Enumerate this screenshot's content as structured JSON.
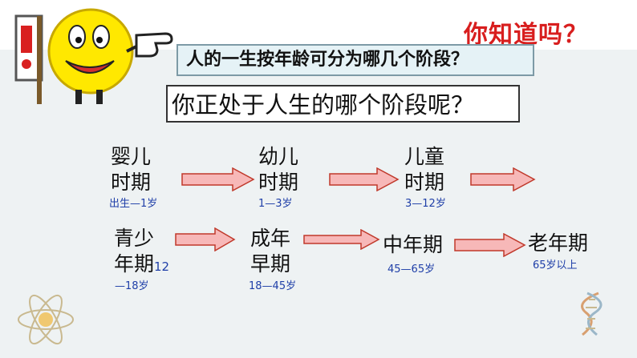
{
  "slide": {
    "top_title": "你知道吗？",
    "question": "人的一生按年龄可分为哪几个阶段？",
    "sub_question": "你正处于人生的哪个阶段呢？"
  },
  "stages": {
    "infant": {
      "line1": "婴儿",
      "line2": "时期",
      "age": "出生—1岁"
    },
    "toddler": {
      "line1": "幼儿",
      "line2": "时期",
      "age": "1—3岁"
    },
    "child": {
      "line1": "儿童",
      "line2": "时期",
      "age": "3—12岁"
    },
    "youth": {
      "line1": "青少",
      "line2": "年期",
      "age_a": "12",
      "age_b": "—18岁"
    },
    "early_adult": {
      "line1": "成年",
      "line2": "早期",
      "age": "18—45岁"
    },
    "middle_age": {
      "line1": "中年期",
      "age": "45—65岁"
    },
    "old_age": {
      "line1": "老年期",
      "age": "65岁以上"
    }
  },
  "icons": [
    "smiley-mascot-icon",
    "exclamation-sign-icon",
    "pointing-hand-icon",
    "atom-icon",
    "dna-icon"
  ],
  "colors": {
    "title_red": "#d81e1e",
    "arrow_fill": "#f7b8b8",
    "arrow_stroke": "#c0392b",
    "age_blue": "#1f3fa8"
  }
}
